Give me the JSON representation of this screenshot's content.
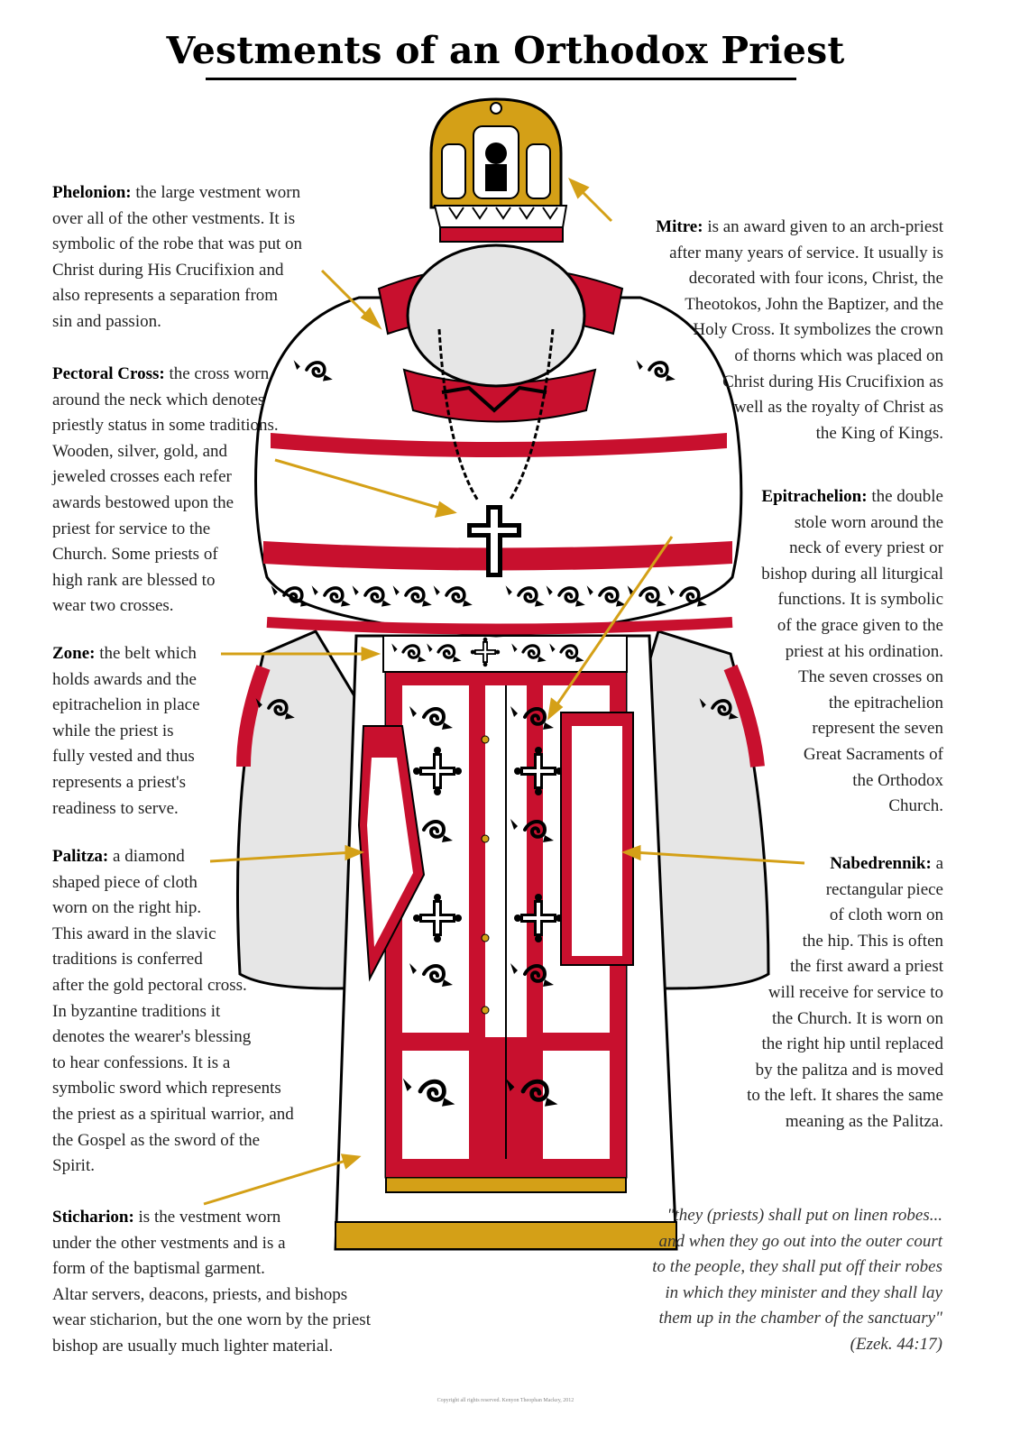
{
  "title": "Vestments of an Orthodox Priest",
  "colors": {
    "red": "#c8102e",
    "gold": "#d4a017",
    "gray": "#e6e6e6",
    "outline": "#000000",
    "arrow": "#d4a017"
  },
  "annotations": {
    "phelonion": {
      "term": "Phelonion:",
      "lines": [
        "the large vestment worn",
        "over all of the other vestments. It is",
        "symbolic of the robe that was put on",
        "Christ during His Crucifixion and",
        "also represents a separation from",
        "sin and passion."
      ]
    },
    "pectoral_cross": {
      "term": "Pectoral Cross:",
      "lines": [
        "the cross worn",
        "around the neck which denotes",
        "priestly status in some traditions.",
        "Wooden, silver, gold, and",
        "jeweled crosses each refer",
        "awards bestowed upon the",
        "priest for service to the",
        "Church. Some priests of",
        "high rank are blessed to",
        "wear two crosses."
      ]
    },
    "zone": {
      "term": "Zone:",
      "lines": [
        "the belt which",
        "holds awards and the",
        "epitrachelion in place",
        "while the priest is",
        "fully vested and thus",
        "represents a priest's",
        "readiness to serve."
      ]
    },
    "palitza": {
      "term": "Palitza:",
      "lines": [
        "a diamond",
        "shaped piece of cloth",
        "worn on the right hip.",
        "This award in the slavic",
        "traditions is conferred",
        "after the gold pectoral cross.",
        "In byzantine traditions it",
        "denotes the wearer's blessing",
        "to hear confessions. It is a",
        "symbolic sword which represents",
        "the priest as a spiritual warrior, and",
        "the Gospel as the sword of the",
        "Spirit."
      ]
    },
    "sticharion": {
      "term": "Sticharion:",
      "lines": [
        "is the vestment worn",
        "under the other vestments and is a",
        "form of the baptismal garment.",
        "Altar servers, deacons, priests, and bishops",
        "wear sticharion, but the one worn by the priest",
        "bishop are usually much lighter material."
      ]
    },
    "mitre": {
      "term": "Mitre:",
      "lines": [
        "is an award given to an arch-priest",
        "after many years of service. It usually is",
        "decorated with four icons, Christ, the",
        "Theotokos, John the Baptizer, and the",
        "Holy Cross. It symbolizes the crown",
        "of thorns which was placed on",
        "Christ during His Crucifixion as",
        "well as the royalty of Christ as",
        "the King of Kings."
      ]
    },
    "epitrachelion": {
      "term": "Epitrachelion:",
      "lines": [
        "the double",
        "stole worn around the",
        "neck of every priest or",
        "bishop during all liturgical",
        "functions. It is symbolic",
        "of the grace given to the",
        "priest at his ordination.",
        "The seven crosses on",
        "the epitrachelion",
        "represent the seven",
        "Great Sacraments of",
        "the Orthodox",
        "Church."
      ]
    },
    "nabedrennik": {
      "term": "Nabedrennik:",
      "lines": [
        "a",
        "rectangular piece",
        "of cloth worn on",
        "the hip. This is often",
        "the first award a priest",
        "will receive for service to",
        "the Church. It is worn on",
        "the right hip until replaced",
        "by the palitza and is moved",
        "to the left. It shares the same",
        "meaning as the Palitza."
      ]
    }
  },
  "quote": {
    "lines": [
      "\"they (priests) shall put on linen robes...",
      "and when they go out into the outer court",
      "to the people, they shall put off their robes",
      "in which they minister and they shall lay",
      "them up in the chamber of the sanctuary\""
    ],
    "citation": "(Ezek. 44:17)"
  },
  "copyright": "Copyright all rights reserved. Kenyon Theophan Mackey, 2012"
}
